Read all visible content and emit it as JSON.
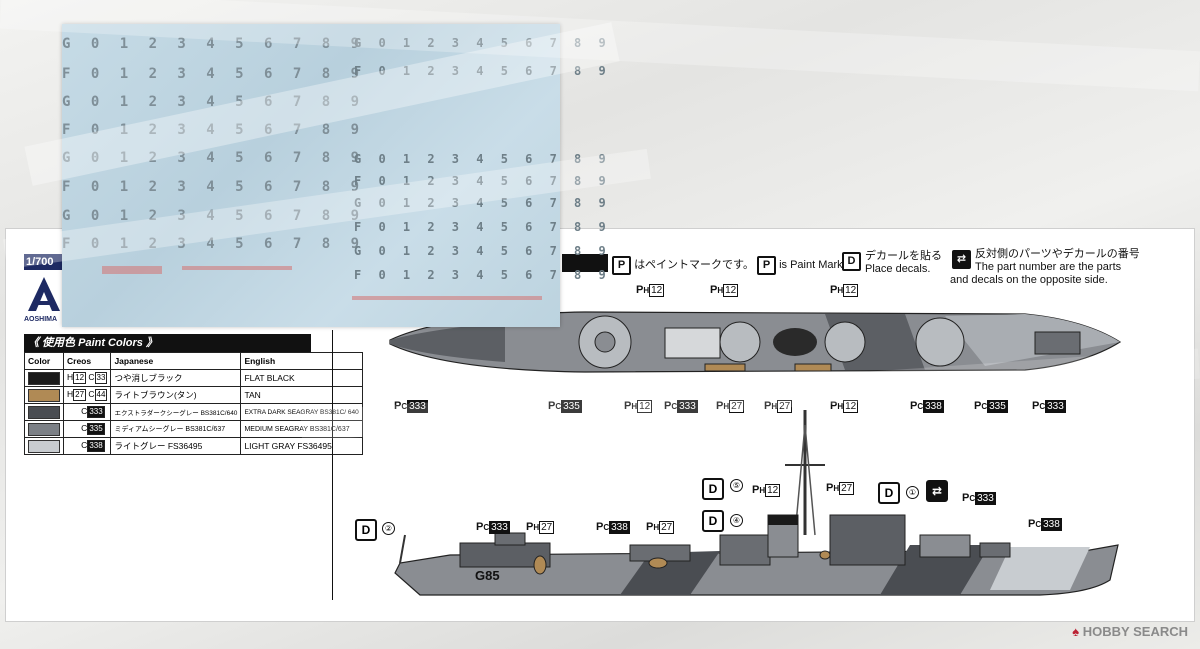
{
  "decal_sheet": {
    "rows_left": [
      "G 0 1 2 3 4 5 6 7 8 9",
      "F 0 1 2 3 4 5 6 7 8 9",
      "G 0 1 2 3 4 5 6 7 8 9",
      "F 0 1 2 3 4 5 6 7 8 9",
      "G 0 1 2 3 4 5 6 7 8 9",
      "F 0 1 2 3 4 5 6 7 8 9",
      "G 0 1 2 3 4 5 6 7 8 9",
      "F 0 1 2 3 4 5 6 7 8 9"
    ],
    "rows_right": [
      "G 0 1 2 3 4 5 6 7 8 9",
      "F 0 1 2 3 4 5 6 7 8 9",
      "G 0 1 2 3 4 5 6 7 8 9",
      "F 0 1 2 3 4 5 6 7 8 9",
      "G 0 1 2 3 4 5 6 7 8 9",
      "F 0 1 2 3 4 5 6 7 8 9",
      "G 0 1 2 3 4 5 6 7 8 9",
      "F 0 1 2 3 4 5 6 7 8 9"
    ]
  },
  "logo": {
    "scale": "1/700",
    "brand": "AOSHIMA"
  },
  "paint_colors": {
    "title": "《 使用色  Paint Colors 》",
    "headers": [
      "Color",
      "Creos",
      "Japanese",
      "English"
    ],
    "rows": [
      {
        "color": "#1a1a1a",
        "h": "12",
        "c": "33",
        "japanese": "つや消しブラック",
        "english": "FLAT BLACK"
      },
      {
        "color": "#b08a55",
        "h": "27",
        "c": "44",
        "japanese": "ライトブラウン(タン)",
        "english": "TAN"
      },
      {
        "color": "#4a4d52",
        "h": "",
        "c": "333",
        "japanese": "エクストラダークシーグレー BS381C/640",
        "english": "EXTRA DARK SEAGRAY BS381C/ 640"
      },
      {
        "color": "#7c8086",
        "h": "",
        "c": "335",
        "japanese": "ミディアムシーグレー BS381C/637",
        "english": "MEDIUM SEAGRAY BS381C/637"
      },
      {
        "color": "#c8ccd0",
        "h": "",
        "c": "338",
        "japanese": "ライトグレー FS36495",
        "english": "LIGHT GRAY FS36495"
      }
    ]
  },
  "legend": {
    "paint_mark_jp": "はペイントマークです。",
    "paint_mark_en": "is Paint Mark.",
    "decal_jp": "デカールを貼る",
    "decal_en": "Place decals.",
    "opposite_jp": "反対側のパーツやデカールの番号",
    "opposite_en1": "The part number are the parts",
    "opposite_en2": "and decals on the opposite side."
  },
  "callouts": {
    "top": [
      "12",
      "12",
      "12"
    ],
    "bottom": [
      "333",
      "335",
      "12",
      "333",
      "27",
      "27",
      "12",
      "338",
      "335",
      "333"
    ],
    "side": [
      "333",
      "27",
      "338",
      "27",
      "12",
      "27",
      "333",
      "338"
    ],
    "circled": [
      "①",
      "②",
      "④",
      "⑤"
    ],
    "hull_code": "G85"
  },
  "watermark": {
    "mark": "♠",
    "text": "HOBBY SEARCH"
  }
}
